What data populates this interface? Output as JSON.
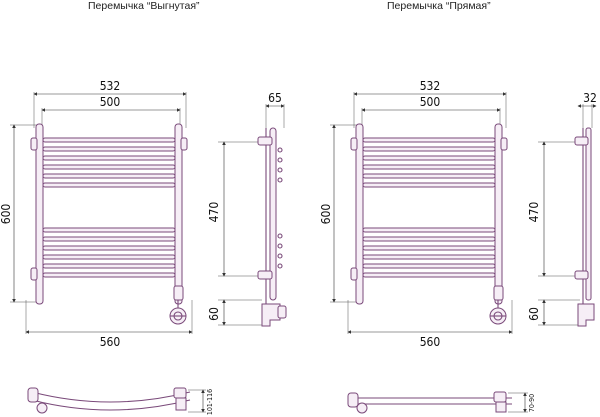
{
  "titles": {
    "left": "Перемычка “Выгнутая”",
    "right": "Перемычка “Прямая”"
  },
  "left_view": {
    "width_outer": "532",
    "width_inner": "500",
    "height": "600",
    "width_bottom": "560",
    "side_depth": "65",
    "side_height": "470",
    "side_bottom": "60",
    "top_view_depth": "101-116"
  },
  "right_view": {
    "width_outer": "532",
    "width_inner": "500",
    "height": "600",
    "width_bottom": "560",
    "side_depth": "32",
    "side_height": "470",
    "side_bottom": "60",
    "top_view_depth": "70-90"
  },
  "colors": {
    "part_stroke": "#7a4a7a",
    "part_fill": "#f6eef6"
  }
}
